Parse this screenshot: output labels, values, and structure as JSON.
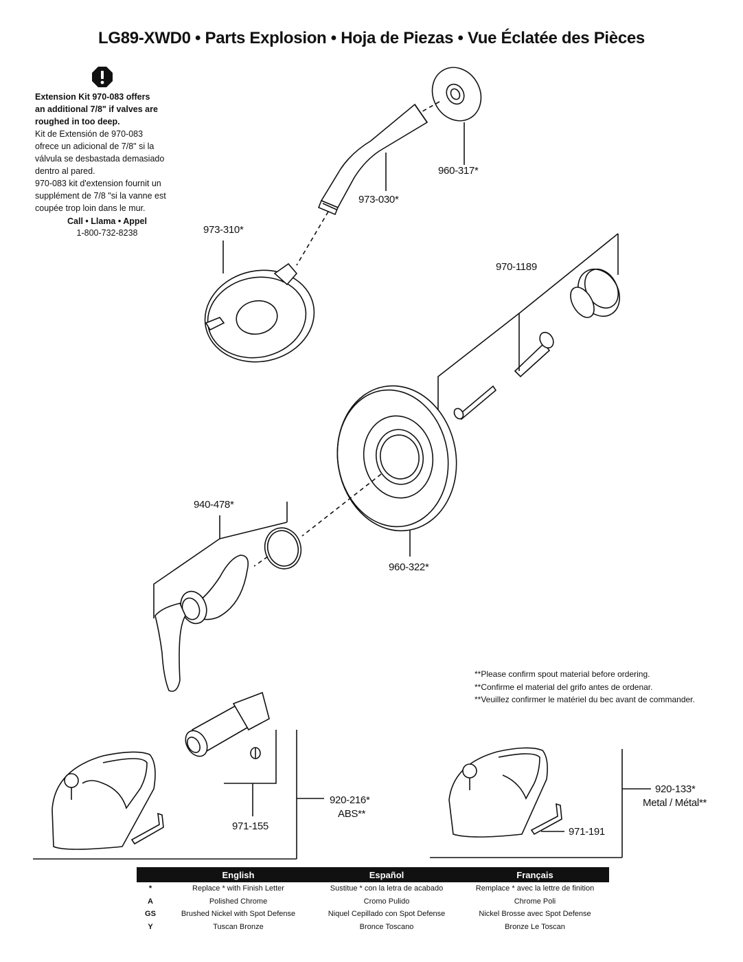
{
  "title": "LG89-XWD0  •  Parts Explosion  •  Hoja de Piezas  •  Vue Éclatée des Pièces",
  "warning_icon": "exclamation-octagon-icon",
  "note": {
    "en_line1": "Extension Kit 970-083 offers",
    "en_line2": "an additional 7/8\" if valves are",
    "en_line3": "roughed in too deep.",
    "es_line1": "Kit de Extensión de 970-083",
    "es_line2": "ofrece un adicional de 7/8\" si la",
    "es_line3": "válvula se desbastada demasiado",
    "es_line4": "dentro al pared.",
    "fr_line1": "970-083 kit d'extension fournit un",
    "fr_line2": "supplément de 7/8 \"si la vanne est",
    "fr_line3": "coupée trop loin dans le mur.",
    "call_label": "Call • Llama • Appel",
    "phone": "1-800-732-8238"
  },
  "parts": {
    "p960_317": "960-317*",
    "p973_030": "973-030*",
    "p973_310": "973-310*",
    "p970_1189": "970-1189",
    "p940_478": "940-478*",
    "p960_322": "960-322*",
    "p971_155": "971-155",
    "p920_216": "920-216*",
    "p920_216_mat": "ABS**",
    "p920_133": "920-133*",
    "p920_133_mat": "Metal / Métal**",
    "p971_191": "971-191"
  },
  "confirm": {
    "en": "**Please confirm spout material before ordering.",
    "es": "**Confirme el material del grifo antes de ordenar.",
    "fr": "**Veuillez confirmer le matériel du bec avant de commander."
  },
  "legend": {
    "headers": [
      "English",
      "Español",
      "Français"
    ],
    "rows": [
      {
        "code": "*",
        "en": "Replace * with Finish Letter",
        "es": "Sustitue * con la letra de acabado",
        "fr": "Remplace * avec la lettre de finition"
      },
      {
        "code": "A",
        "en": "Polished Chrome",
        "es": "Cromo Pulido",
        "fr": "Chrome Poli"
      },
      {
        "code": "GS",
        "en": "Brushed Nickel with Spot Defense",
        "es": "Niquel Cepillado con Spot Defense",
        "fr": "Nickel Brosse avec Spot Defense"
      },
      {
        "code": "Y",
        "en": "Tuscan Bronze",
        "es": "Bronce Toscano",
        "fr": "Bronze Le Toscan"
      }
    ]
  }
}
